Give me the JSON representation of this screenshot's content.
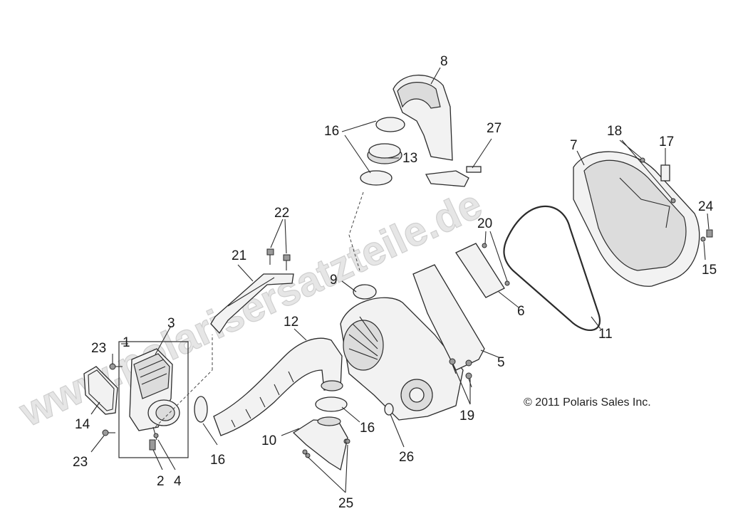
{
  "watermark": "www.polarisersatzteile.de",
  "copyright": "© 2011 Polaris Sales Inc.",
  "callouts": {
    "c1": "1",
    "c2": "2",
    "c3": "3",
    "c4": "4",
    "c5": "5",
    "c6": "6",
    "c7": "7",
    "c8": "8",
    "c9": "9",
    "c10": "10",
    "c11": "11",
    "c12": "12",
    "c13": "13",
    "c14": "14",
    "c15": "15",
    "c16a": "16",
    "c16b": "16",
    "c16c": "16",
    "c17": "17",
    "c18": "18",
    "c19": "19",
    "c20": "20",
    "c21": "21",
    "c22": "22",
    "c23a": "23",
    "c23b": "23",
    "c24": "24",
    "c25": "25",
    "c26": "26",
    "c27": "27"
  }
}
